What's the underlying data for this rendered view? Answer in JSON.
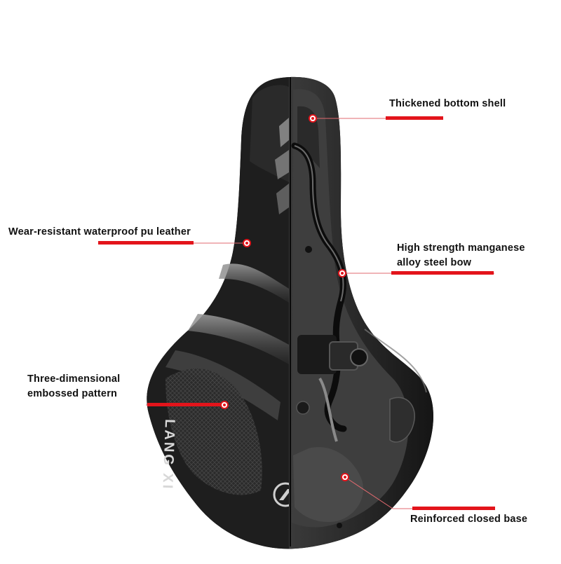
{
  "annotations": {
    "bottom_shell": "Thickened bottom shell",
    "leather": "Wear-resistant waterproof pu leather",
    "steel_bow_line1": "High strength manganese",
    "steel_bow_line2": "alloy steel bow",
    "pattern_line1": "Three-dimensional",
    "pattern_line2": "embossed pattern",
    "closed_base": "Reinforced closed base"
  },
  "saddle_branding": {
    "side_text": "LANG XI",
    "logo": "saddle-brand-logo"
  },
  "colors": {
    "background": "#ffffff",
    "accent_red": "#e3141b",
    "saddle_black": "#1b1b1b",
    "label_text": "#111111"
  }
}
